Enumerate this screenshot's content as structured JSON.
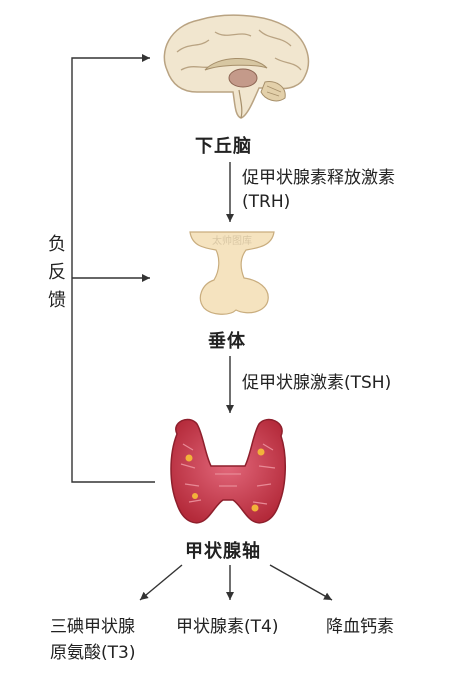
{
  "nodes": {
    "hypothalamus": "下丘脑",
    "pituitary": "垂体",
    "thyroid": "甲状腺轴"
  },
  "hormones": {
    "trh_line1": "促甲状腺素释放激素",
    "trh_line2": "(TRH)",
    "tsh": "促甲状腺激素(TSH)"
  },
  "feedback": {
    "char1": "负",
    "char2": "反",
    "char3": "馈"
  },
  "outputs": {
    "t3_line1": "三碘甲状腺",
    "t3_line2": "原氨酸(T3)",
    "t4": "甲状腺素(T4)",
    "calcitonin": "降血钙素"
  },
  "watermark": "太帅图库",
  "colors": {
    "brain": "#f1e6cf",
    "pituitary": "#f5e3bf",
    "thyroid": "#cc3a4a",
    "line": "#333333"
  }
}
